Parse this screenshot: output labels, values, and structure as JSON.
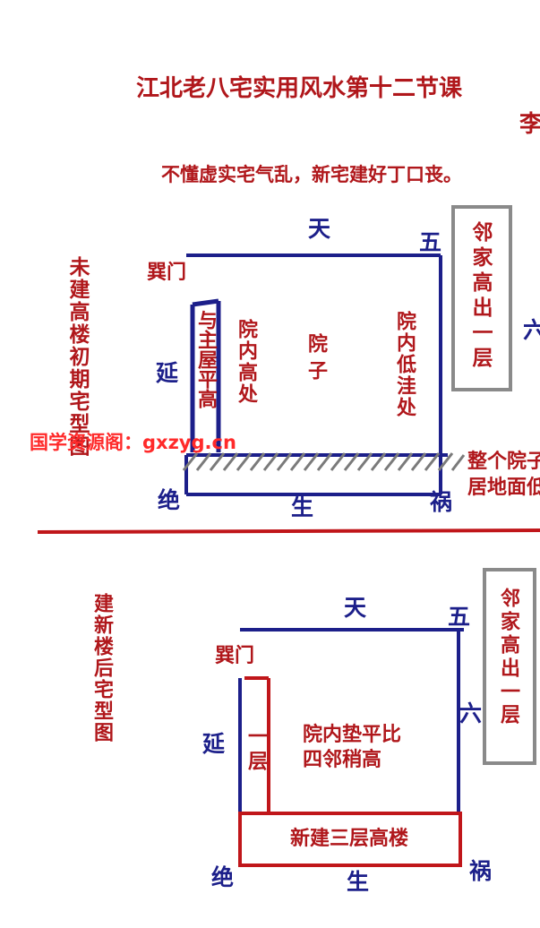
{
  "header": {
    "title": "江北老八宅实用风水第十二节课",
    "author_fragment": "李",
    "subtitle": "不懂虚实宅气乱，新宅建好丁口丧。"
  },
  "diagram1": {
    "caption": "未建高楼初期宅型图",
    "top": "天",
    "top_right": "五",
    "door": "巽门",
    "left": "延",
    "bottom_left": "绝",
    "bottom": "生",
    "bottom_right": "祸",
    "right_partial": "六",
    "neighbor": "邻家高出一层",
    "cell_left": "与主屋平高",
    "cell_mid_left": "院内高处",
    "cell_mid": "院子",
    "cell_right": "院内低洼处",
    "note_line1": "整个院子",
    "note_line2": "居地面低"
  },
  "watermark": "国学资源阁：gxzyg.cn",
  "diagram2": {
    "caption": "建新楼后宅型图",
    "top": "天",
    "top_right": "五",
    "door": "巽门",
    "left": "延",
    "right": "六",
    "bottom_left": "绝",
    "bottom": "生",
    "bottom_right": "祸",
    "neighbor": "邻家高出一层",
    "left_room": "一层",
    "center_line1": "院内垫平比",
    "center_line2": "四邻稍高",
    "new_building": "新建三层高楼"
  }
}
